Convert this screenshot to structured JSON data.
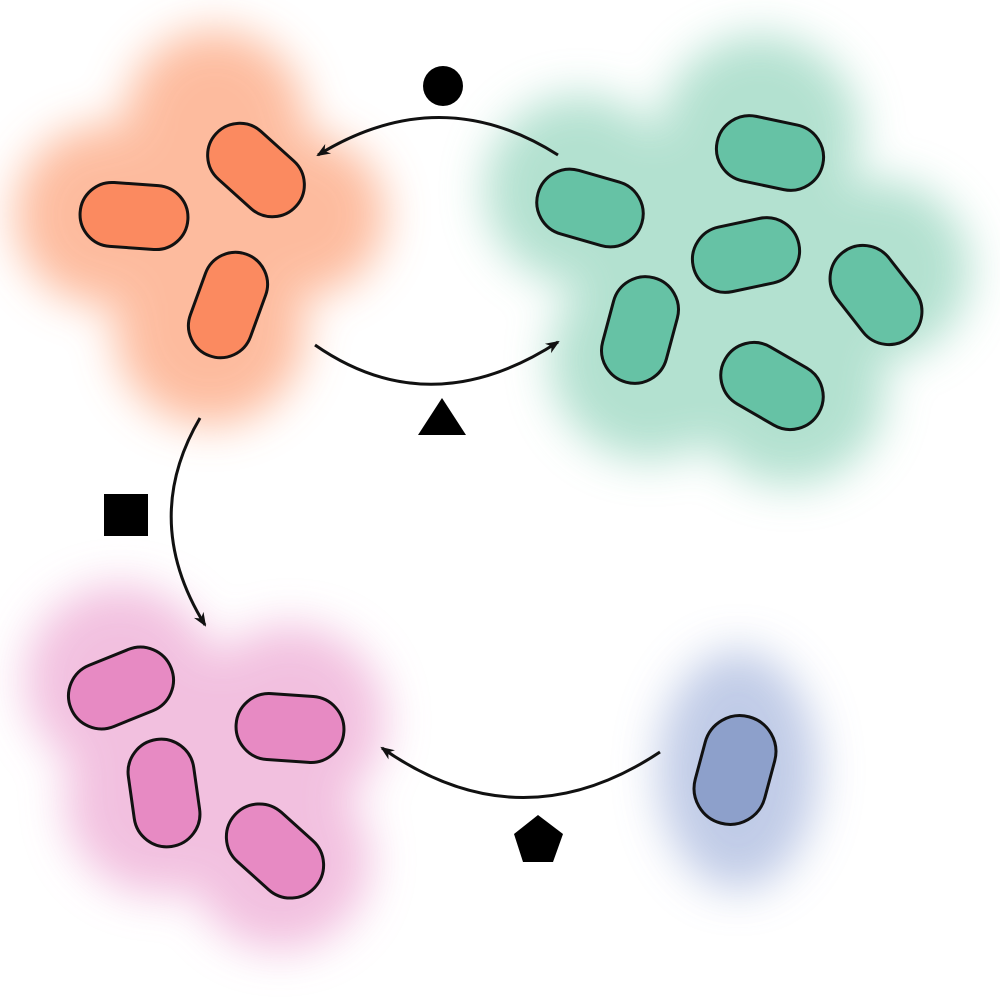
{
  "diagram": {
    "colors": {
      "background": "#ffffff",
      "stroke": "#111111",
      "orange_fill": "#fb8a60",
      "orange_glow": "#fdb08e",
      "green_fill": "#66c2a5",
      "green_glow": "#a6dcc8",
      "pink_fill": "#e78ac3",
      "pink_glow": "#f0b6da",
      "blue_fill": "#8da0cb",
      "blue_glow": "#b6c3e3",
      "arrow": "#111111",
      "marker": "#000000"
    },
    "clusters": [
      {
        "id": "orange",
        "cell_count": 3,
        "color": "orange"
      },
      {
        "id": "green",
        "cell_count": 6,
        "color": "green"
      },
      {
        "id": "pink",
        "cell_count": 4,
        "color": "pink"
      },
      {
        "id": "blue",
        "cell_count": 1,
        "color": "blue"
      }
    ],
    "edges": [
      {
        "from": "green",
        "to": "orange",
        "marker": "circle-icon"
      },
      {
        "from": "orange",
        "to": "green",
        "marker": "triangle-icon"
      },
      {
        "from": "orange",
        "to": "pink",
        "marker": "square-icon"
      },
      {
        "from": "blue",
        "to": "pink",
        "marker": "pentagon-icon"
      }
    ]
  }
}
